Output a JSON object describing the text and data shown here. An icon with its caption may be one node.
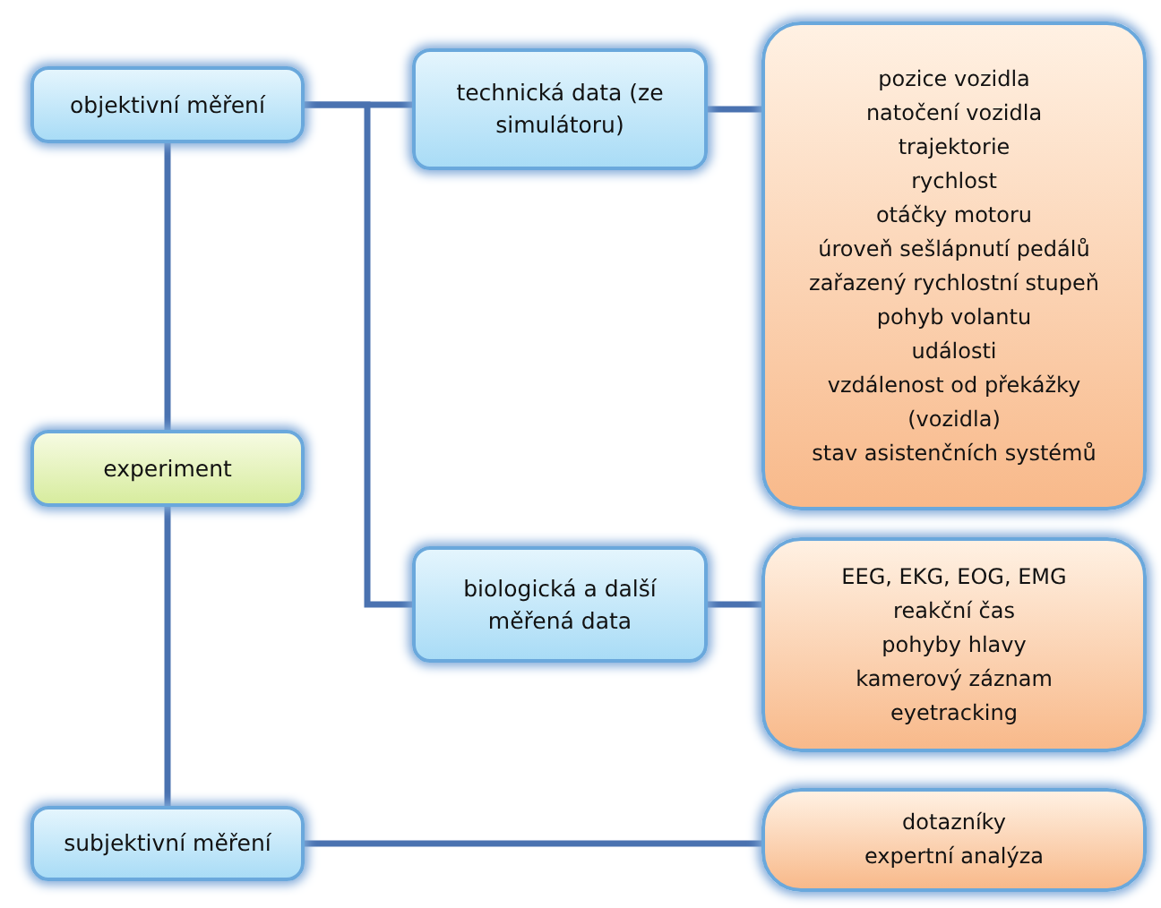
{
  "diagram": {
    "nodes": [
      {
        "text": [
          "objektivní měření"
        ]
      },
      {
        "text": [
          "technická data (ze simulátoru)"
        ]
      },
      {
        "text": [
          "pozice vozidla",
          "natočení vozidla",
          "trajektorie",
          "rychlost",
          "otáčky motoru",
          "úroveň sešlápnutí pedálů",
          "zařazený rychlostní stupeň",
          "pohyb volantu",
          "události",
          "vzdálenost od překážky (vozidla)",
          "stav asistenčních systémů"
        ]
      },
      {
        "text": [
          "experiment"
        ]
      },
      {
        "text": [
          "biologická a další měřená data"
        ]
      },
      {
        "text": [
          "EEG, EKG, EOG, EMG",
          "reakční čas",
          "pohyby hlavy",
          "kamerový záznam",
          "eyetracking"
        ]
      },
      {
        "text": [
          "subjektivní měření"
        ]
      },
      {
        "text": [
          "dotazníky",
          "expertní analýza"
        ]
      }
    ],
    "edges": [
      {
        "from": 0,
        "to": 1,
        "arrow": "none"
      },
      {
        "from": 0,
        "to": 4,
        "arrow": "none"
      },
      {
        "from": 1,
        "to": 2,
        "arrow": "none"
      },
      {
        "from": 4,
        "to": 5,
        "arrow": "none"
      },
      {
        "from": 0,
        "to": 3,
        "arrow": "none"
      },
      {
        "from": 3,
        "to": 6,
        "arrow": "none"
      },
      {
        "from": 6,
        "to": 7,
        "arrow": "none"
      }
    ]
  }
}
